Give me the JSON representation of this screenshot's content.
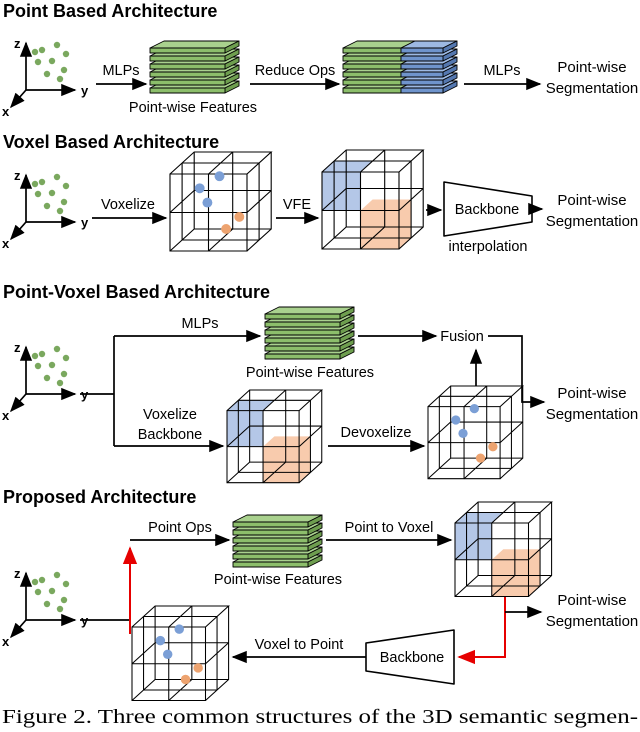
{
  "figure_caption": "Figure 2. Three common structures of the 3D semantic segmen-",
  "axis": {
    "z": "z",
    "y": "y",
    "x": "x"
  },
  "colors": {
    "green": "#8cbe6b",
    "greenTop": "#a9d18e",
    "greenSide": "#6e9e4f",
    "blue": "#6f94cc",
    "blueTop": "#9db9e3",
    "blueSide": "#5578b0",
    "cellBlue": "#b4c7e7",
    "cellOrange": "#f8cbad",
    "pointGreen": "#7aa85e",
    "dotBlue": "#7b9fd6",
    "dotOrange": "#eda36f",
    "red": "#e60000"
  },
  "point_based": {
    "title": "Point Based Architecture",
    "mlps_in": "MLPs",
    "features": "Point-wise Features",
    "reduce_ops": "Reduce Ops",
    "mlps_out": "MLPs",
    "out1": "Point-wise",
    "out2": "Segmentation"
  },
  "voxel_based": {
    "title": "Voxel Based Architecture",
    "voxelize": "Voxelize",
    "vfe": "VFE",
    "backbone": "Backbone",
    "interpolation": "interpolation",
    "out1": "Point-wise",
    "out2": "Segmentation"
  },
  "point_voxel": {
    "title": "Point-Voxel Based Architecture",
    "mlps": "MLPs",
    "features": "Point-wise Features",
    "fusion": "Fusion",
    "voxelize": "Voxelize",
    "backbone": "Backbone",
    "devoxelize": "Devoxelize",
    "out1": "Point-wise",
    "out2": "Segmentation"
  },
  "proposed": {
    "title": "Proposed Architecture",
    "point_ops": "Point Ops",
    "features": "Point-wise Features",
    "point_to_voxel": "Point to Voxel",
    "voxel_to_point": "Voxel to Point",
    "backbone": "Backbone",
    "out1": "Point-wise",
    "out2": "Segmentation"
  }
}
